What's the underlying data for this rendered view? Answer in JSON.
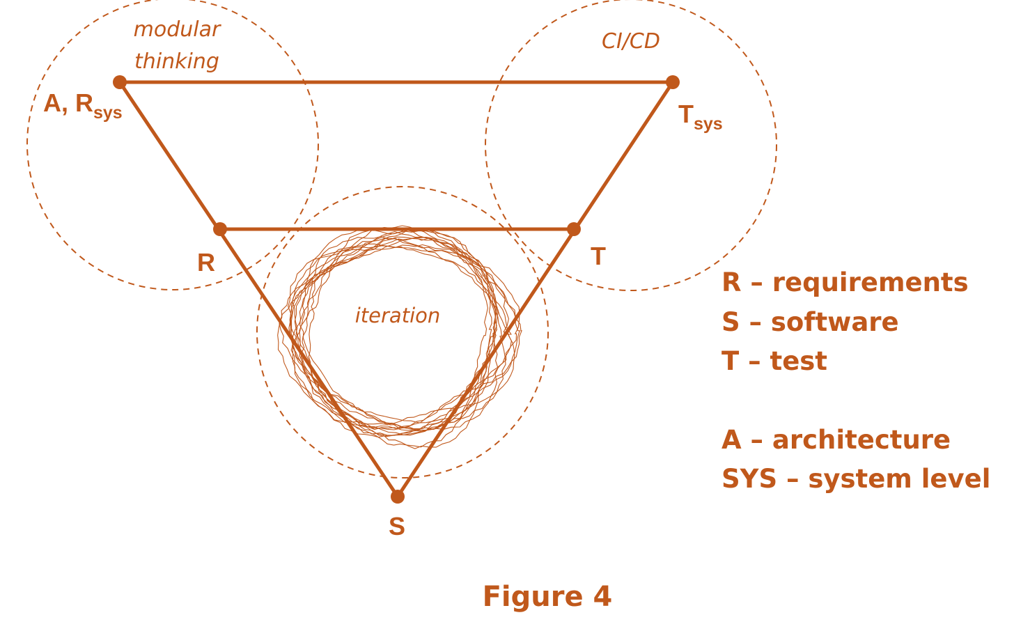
{
  "colors": {
    "accent": "#c0581b"
  },
  "circles": {
    "modular": {
      "label_line1": "modular",
      "label_line2": "thinking"
    },
    "cicd": {
      "label": "CI/CD"
    },
    "iteration": {
      "label": "iteration"
    }
  },
  "nodes": {
    "top_left": {
      "main": "A, R",
      "sub": "sys"
    },
    "top_right": {
      "main": "T",
      "sub": "sys"
    },
    "mid_left": {
      "label": "R"
    },
    "mid_right": {
      "label": "T"
    },
    "bottom": {
      "label": "S"
    }
  },
  "legend": {
    "group1": [
      "R – requirements",
      "S – software",
      "T – test"
    ],
    "group2": [
      "A – architecture",
      "SYS – system level"
    ]
  },
  "caption": "Figure 4"
}
